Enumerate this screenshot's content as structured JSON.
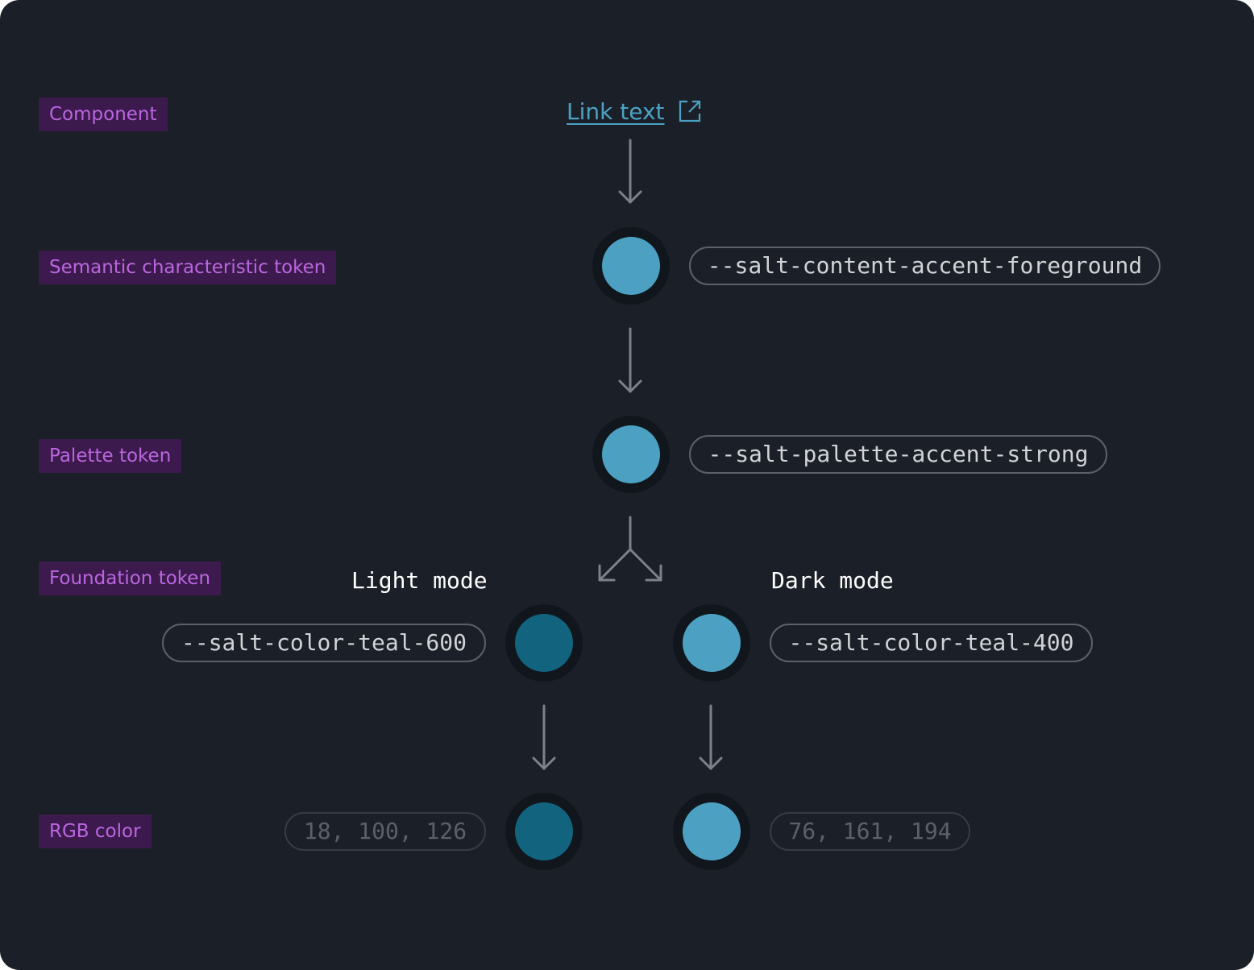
{
  "colors": {
    "background": "#1b2028",
    "tag_bg": "#3d1a4d",
    "tag_text": "#bb66e0",
    "accent_light_mode": "#12647e",
    "accent_dark_mode": "#4ca1c2",
    "link": "#4ca1c2",
    "arrow": "#7d8188"
  },
  "levels": {
    "component": "Component",
    "semantic": "Semantic characteristic token",
    "palette": "Palette token",
    "foundation": "Foundation token",
    "rgb": "RGB color"
  },
  "component": {
    "link_text": "Link text",
    "icon": "external-link-icon"
  },
  "tokens": {
    "semantic": "--salt-content-accent-foreground",
    "palette": "--salt-palette-accent-strong",
    "foundation_light": "--salt-color-teal-600",
    "foundation_dark": "--salt-color-teal-400"
  },
  "modes": {
    "light": "Light mode",
    "dark": "Dark mode"
  },
  "rgb": {
    "light": "18, 100, 126",
    "dark": "76, 161, 194"
  }
}
